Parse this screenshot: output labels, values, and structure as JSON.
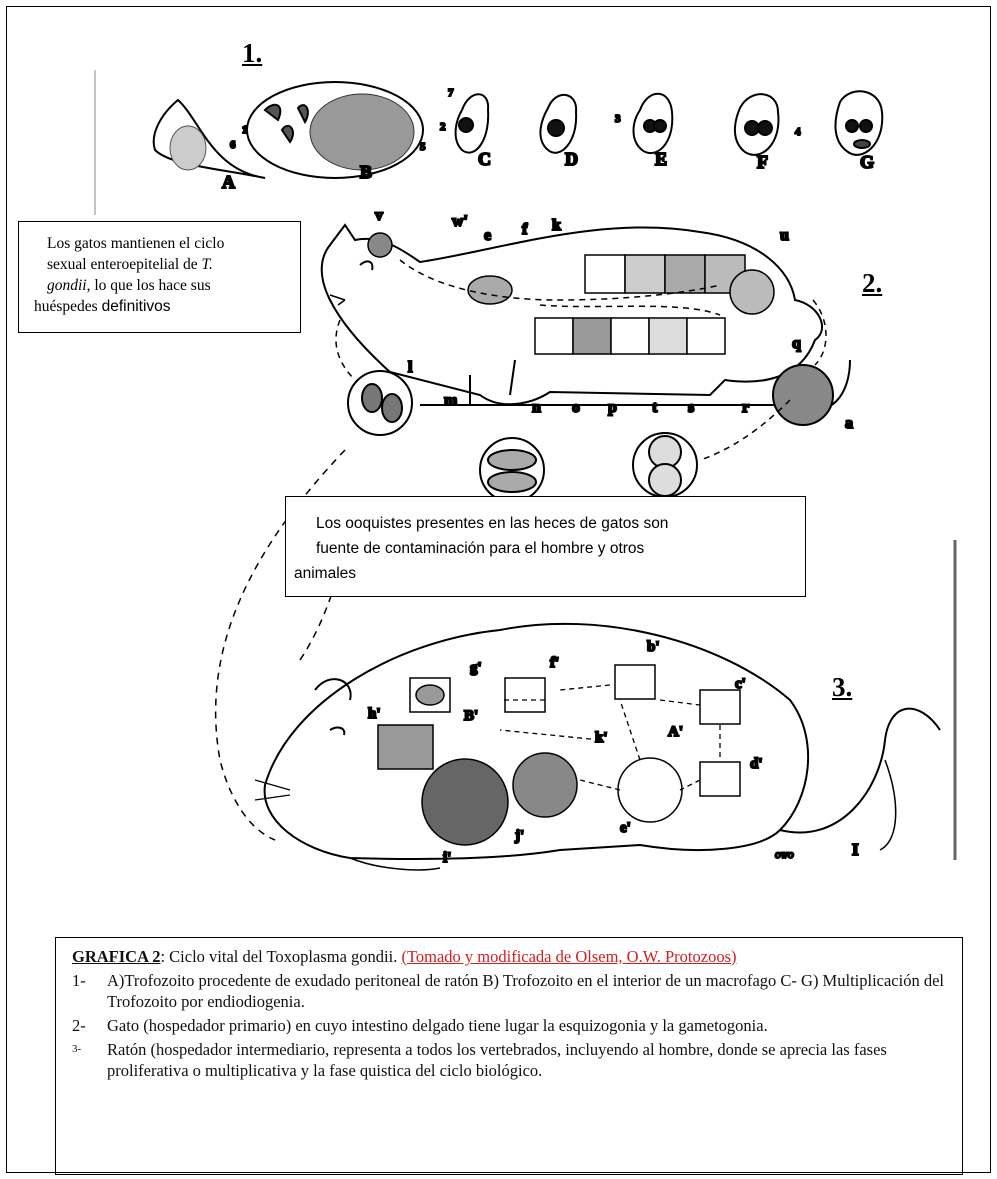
{
  "sections": [
    "1.",
    "2.",
    "3."
  ],
  "stage_labels": [
    "A",
    "B",
    "C",
    "D",
    "E",
    "F",
    "G"
  ],
  "structure_numbers": [
    "1",
    "2",
    "3",
    "4",
    "5",
    "6",
    "7"
  ],
  "cat_labels": [
    "v",
    "w'",
    "e",
    "f",
    "k",
    "u",
    "q",
    "l",
    "m",
    "n",
    "o",
    "p",
    "t",
    "s",
    "r",
    "a"
  ],
  "mouse_labels": [
    "g'",
    "f'",
    "b'",
    "c'",
    "h'",
    "B'",
    "k'",
    "A'",
    "d'",
    "i'",
    "j'",
    "e'",
    "I",
    "OWO"
  ],
  "callout_cat": {
    "line1": "Los gatos mantienen el ciclo",
    "line2a": "sexual enteroepitelial de",
    "line2b": "T.",
    "line3a": "gondii",
    "line3b": ", lo que los hace sus",
    "line4a": "huéspedes",
    "line4b": "definitivos"
  },
  "callout_oocyst": {
    "line1": "Los ooquistes presentes en las heces de gatos son",
    "line2": "fuente de contaminación para el hombre y otros",
    "line3": "animales"
  },
  "caption": {
    "heading": "GRAFICA 2",
    "title": ": Ciclo vital del Toxoplasma gondii.",
    "source": "(Tomado y modificada de Olsem, O.W. Protozoos)",
    "items": [
      {
        "num": "1-",
        "text": "A)Trofozoito procedente de exudado peritoneal de ratón B) Trofozoito en el interior de un macrofago C- G) Multiplicación del Trofozoito por endiodiogenia."
      },
      {
        "num": "2-",
        "text": "Gato (hospedador primario) en cuyo intestino delgado tiene lugar la esquizogonia y la gametogonia."
      },
      {
        "num": "3-",
        "text": "Ratón (hospedador intermediario, representa a todos los vertebrados, incluyendo al hombre, donde se aprecia las fases proliferativa o multiplicativa y la fase quistica del ciclo biológico."
      }
    ]
  }
}
